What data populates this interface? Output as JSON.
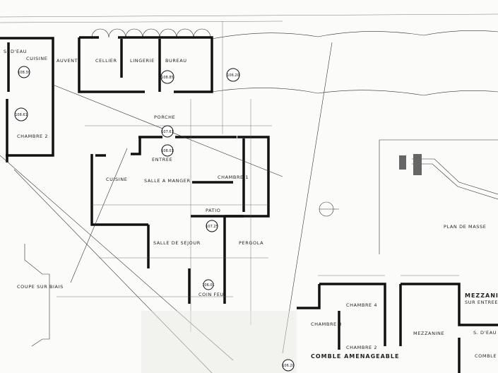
{
  "rooms": {
    "s_deau": "S. D'EAU",
    "cuisine_top": "CUISINE",
    "auvent": "AUVENT",
    "cellier": "CELLIER",
    "lingerie": "LINGERIE",
    "bureau": "BUREAU",
    "chambre2": "CHAMBRE 2",
    "porche": "PORCHE",
    "entree": "ENTREE",
    "cuisine": "CUISINE",
    "salle_a_manger": "SALLE A MANGER",
    "chambre1": "CHAMBRE 1",
    "patio": "PATIO",
    "salle_de_sejour": "SALLE DE SEJOUR",
    "pergola": "PERGOLA",
    "coin_feu": "COIN FEU",
    "coupe": "COUPE SUR BIAIS",
    "plan_de_masse": "PLAN DE MASSE",
    "chambre4": "CHAMBRE 4",
    "chambre3": "CHAMBRE 3",
    "chambre2_upper": "CHAMBRE 2",
    "comble_amenageable": "COMBLE AMENAGEABLE",
    "mezzanine": "MEZZANINE",
    "mezzanine_title": "MEZZANINE",
    "mezzanine_sub": "SUR ENTREE",
    "s_deau_upper": "S. D'EAU",
    "comble": "COMBLE"
  },
  "levels": [
    "108.30",
    "108.85",
    "106.20",
    "108.61",
    "107.61",
    "108.01",
    "107.25",
    "106.01",
    "106.20"
  ],
  "colors": {
    "ink": "#111111",
    "paper": "#fbfbfa"
  }
}
